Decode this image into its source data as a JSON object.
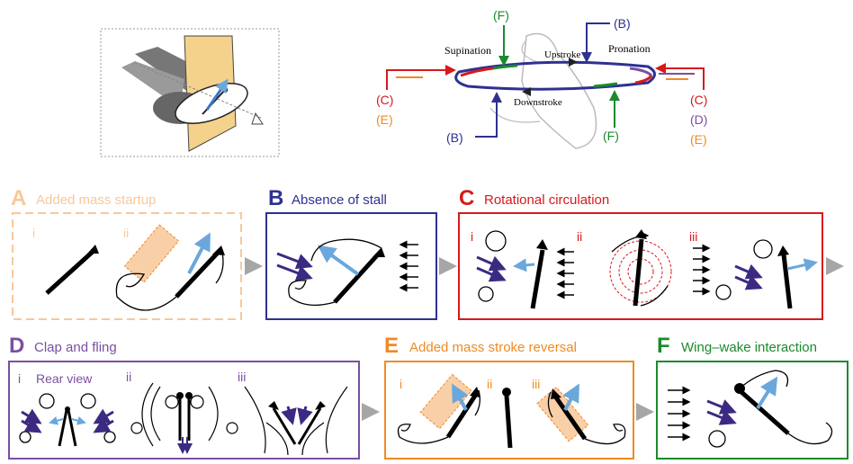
{
  "stroke": {
    "supination": "Supination",
    "upstroke": "Upstroke",
    "pronation": "Pronation",
    "downstroke": "Downstroke",
    "callouts": {
      "f_top": "(F)",
      "b_top": "(B)",
      "c_left": "(C)",
      "e_left": "(E)",
      "b_bottom": "(B)",
      "f_bottom": "(F)",
      "c_right": "(C)",
      "d_right": "(D)",
      "e_right": "(E)"
    }
  },
  "panels": {
    "A": {
      "letter": "A",
      "title": "Added mass startup",
      "subs": [
        "i",
        "ii"
      ],
      "color": "#f7c89b"
    },
    "B": {
      "letter": "B",
      "title": "Absence of stall",
      "color": "#2e3191"
    },
    "C": {
      "letter": "C",
      "title": "Rotational circulation",
      "subs": [
        "i",
        "ii",
        "iii"
      ],
      "color": "#d7191c"
    },
    "D": {
      "letter": "D",
      "title": "Clap and fling",
      "subs": [
        "i",
        "ii",
        "iii"
      ],
      "rear_view": "Rear view",
      "color": "#7b4fa0"
    },
    "E": {
      "letter": "E",
      "title": "Added mass stroke reversal",
      "subs": [
        "i",
        "ii",
        "iii"
      ],
      "color": "#f08a24"
    },
    "F": {
      "letter": "F",
      "title": "Wing–wake interaction",
      "color": "#1b8a2c"
    }
  },
  "colors": {
    "arrow_flow": "#3c2a82",
    "arrow_force": "#6aa7dd",
    "added_mass": "#f9cfa8",
    "gray_chevron": "#a6a6a6"
  }
}
